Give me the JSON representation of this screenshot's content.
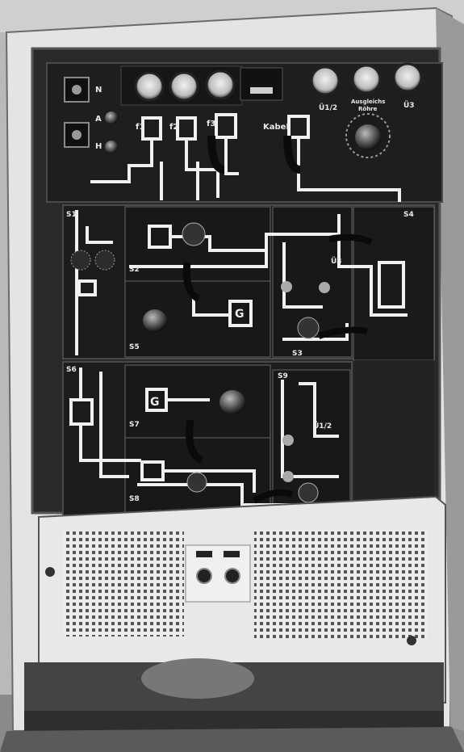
{
  "photo": {
    "top_labels": {
      "n": "N",
      "a": "A",
      "h": "H",
      "f1": "f1",
      "f2": "f2",
      "f3": "f3",
      "kabel": "Kabel",
      "u12": "Ü1/2",
      "ausgleich": "Ausgleichs",
      "roehre": "Röhre",
      "u3": "Ü3"
    },
    "module_labels": {
      "s1": "S1",
      "s2": "S2",
      "s3": "S3",
      "s4": "S4",
      "s5": "S5",
      "s6": "S6",
      "s7": "S7",
      "s8": "S8",
      "s9": "S9",
      "u3": "Ü3",
      "u12": "Ü1/2",
      "g": "G"
    }
  }
}
